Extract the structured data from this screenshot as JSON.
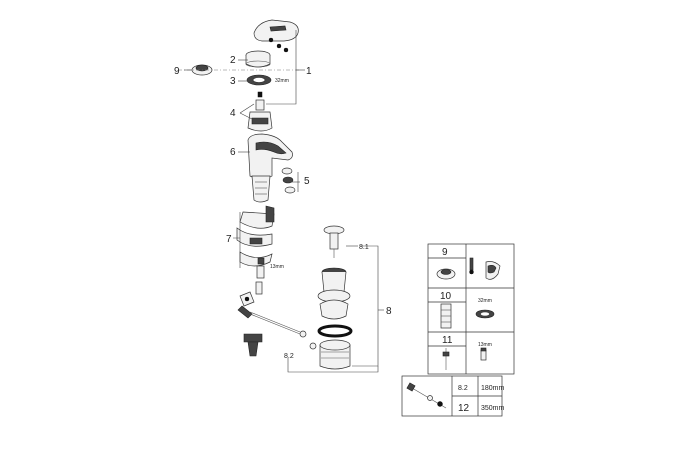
{
  "callouts": {
    "c1": "1",
    "c2": "2",
    "c3": "3",
    "c4": "4",
    "c5": "5",
    "c6": "6",
    "c7": "7",
    "c8": "8",
    "c81": "8.1",
    "c82": "8.2",
    "c9": "9"
  },
  "dims": {
    "d32a": "32mm",
    "d13a": "13mm"
  },
  "table": {
    "r9": "9",
    "r10": "10",
    "r10_dim": "32mm",
    "r11": "11",
    "r11_dim": "13mm",
    "r82": "8.2",
    "r82_len": "180mm",
    "r12": "12",
    "r12_len": "350mm"
  }
}
